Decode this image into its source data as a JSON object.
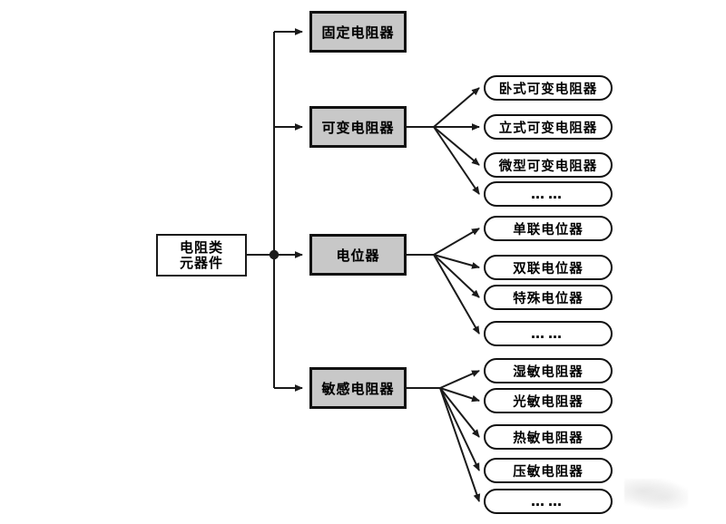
{
  "diagram": {
    "type": "tree",
    "orientation": "left-to-right",
    "title_visible": false,
    "colors": {
      "background": "#ffffff",
      "line": "#1a1a1a",
      "root_fill": "#ffffff",
      "category_fill": "#c8c8c8",
      "leaf_fill": "#ffffff",
      "border": "#111111",
      "text": "#000000"
    },
    "root": {
      "line1": "电阻类",
      "line2": "元器件"
    },
    "categories": [
      {
        "id": "fixed-resistor",
        "label": "固定电阻器",
        "leaves": []
      },
      {
        "id": "variable-resistor",
        "label": "可变电阻器",
        "leaves": [
          "卧式可变电阻器",
          "立式可变电阻器",
          "微型可变电阻器",
          "……"
        ]
      },
      {
        "id": "potentiometer",
        "label": "电位器",
        "leaves": [
          "单联电位器",
          "双联电位器",
          "特殊电位器",
          "……"
        ]
      },
      {
        "id": "sensitive-resistor",
        "label": "敏感电阻器",
        "leaves": [
          "湿敏电阻器",
          "光敏电阻器",
          "热敏电阻器",
          "压敏电阻器",
          "……"
        ]
      }
    ]
  }
}
